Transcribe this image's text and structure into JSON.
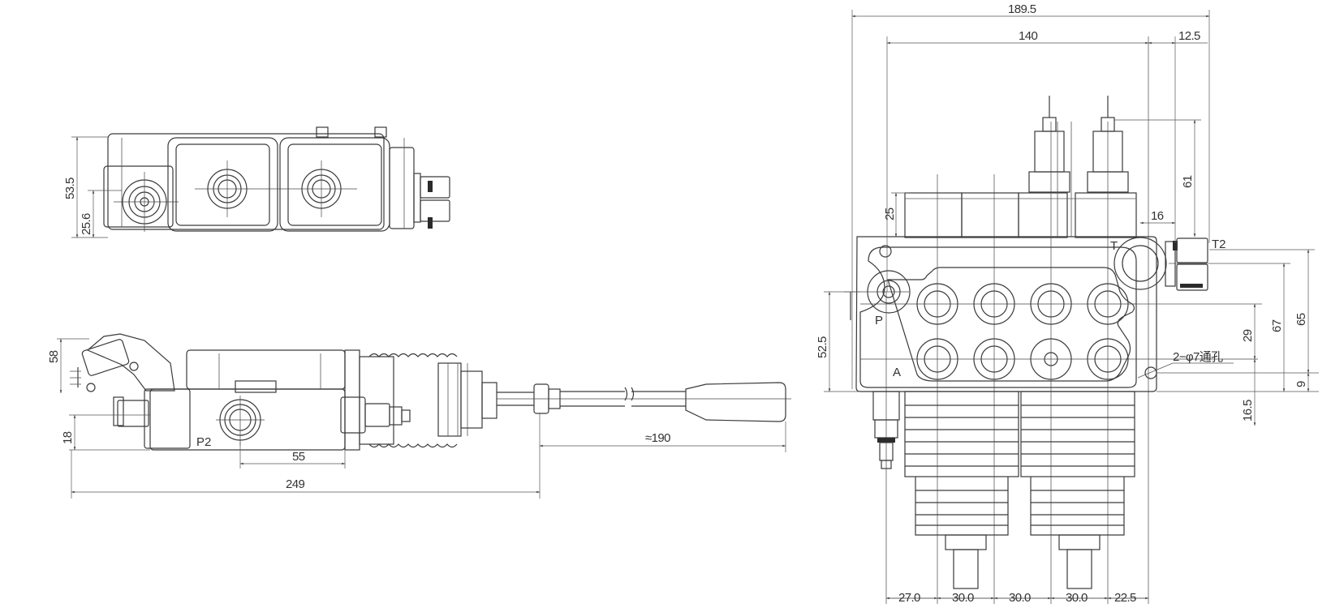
{
  "top_view": {
    "dims": {
      "height_total": "53.5",
      "port_height": "25.6"
    }
  },
  "side_view": {
    "dims": {
      "lever_height": "58",
      "base_height": "18",
      "port_offset": "55",
      "length_total": "249",
      "handle_length": "≈190"
    },
    "labels": {
      "port_p2": "P2"
    }
  },
  "front_view": {
    "dims": {
      "width_total": "189.5",
      "width_body": "140",
      "offset_right": "12.5",
      "cap_height": "25",
      "pin_height": "61",
      "port_width": "16",
      "center_height": "52.5",
      "height_29": "29",
      "height_67": "67",
      "height_65": "65",
      "height_9": "9",
      "height_16_5": "16.5",
      "pitch_1": "27.0",
      "pitch_2": "30.0",
      "pitch_3": "30.0",
      "pitch_4": "30.0",
      "pitch_5": "22.5"
    },
    "labels": {
      "port_t": "T",
      "port_t2": "T2",
      "port_p": "P",
      "port_a": "A",
      "hole_note": "2−φ7通孔"
    }
  }
}
